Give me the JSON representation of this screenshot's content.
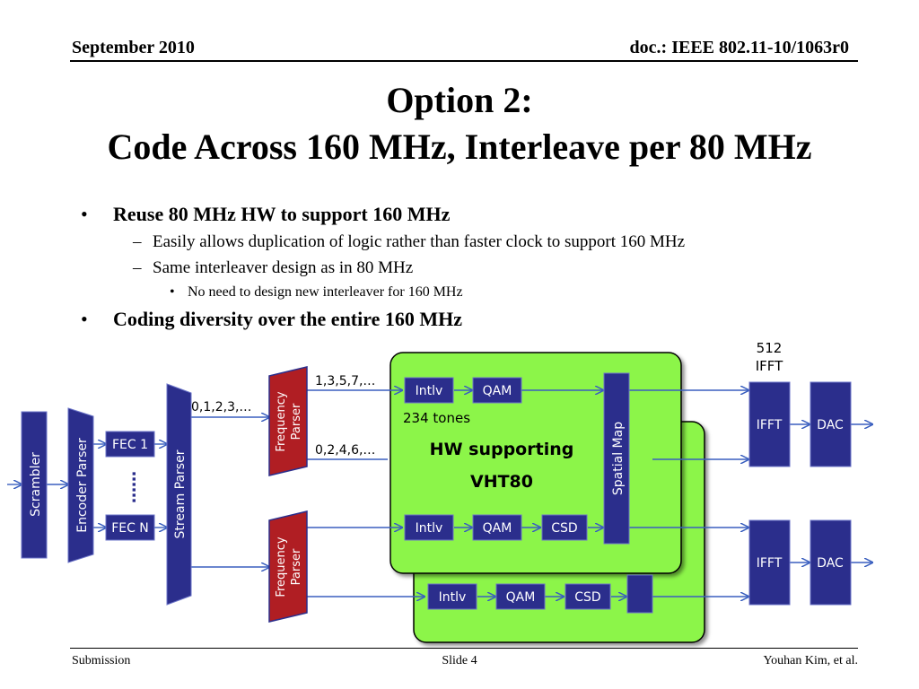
{
  "header": {
    "date": "September 2010",
    "doc": "doc.: IEEE 802.11-10/1063r0"
  },
  "title": {
    "line1": "Option 2:",
    "line2": "Code Across 160 MHz, Interleave per 80 MHz"
  },
  "bullets": {
    "b1": "Reuse 80 MHz HW to support 160 MHz",
    "b1_sub1": "Easily allows duplication of logic rather than faster clock to support 160 MHz",
    "b1_sub2": "Same interleaver design as in 80 MHz",
    "b1_sub2_sub1": "No need to design new interleaver for 160 MHz",
    "b2": "Coding diversity over the entire 160 MHz"
  },
  "diagram": {
    "scrambler": "Scrambler",
    "encoder_parser": "Encoder Parser",
    "fec1": "FEC 1",
    "fec_ellipsis": "……",
    "fecn": "FEC N",
    "stream_parser": "Stream Parser",
    "stream_label": "0,1,2,3,…",
    "freq_parser_1": "Frequency",
    "freq_parser_2": "Parser",
    "odd_label": "1,3,5,7,…",
    "even_label": "0,2,4,6,…",
    "intlv": "Intlv",
    "qam": "QAM",
    "csd": "CSD",
    "tones": "234 tones",
    "hw_line1": "HW supporting",
    "hw_line2": "VHT80",
    "spatial_map": "Spatial Map",
    "ifft_size_1": "512",
    "ifft_size_2": "IFFT",
    "ifft": "IFFT",
    "dac": "DAC",
    "colors": {
      "block": "#2b2e8c",
      "freq_parser": "#b01e23",
      "hw_panel": "#8cf54a",
      "arrow": "#3a5fbf"
    }
  },
  "footer": {
    "left": "Submission",
    "center": "Slide 4",
    "right": "Youhan Kim, et al."
  }
}
